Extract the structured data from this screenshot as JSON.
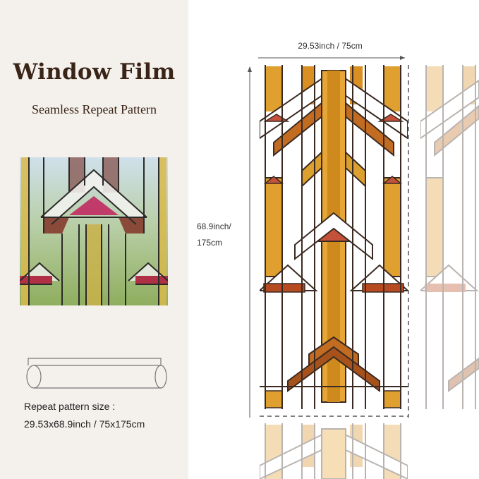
{
  "title": "Window Film",
  "subtitle": "Seamless Repeat Pattern",
  "dimensions": {
    "width_label": "29.53inch / 75cm",
    "height_label_line1": "68.9inch/",
    "height_label_line2": "175cm"
  },
  "repeat": {
    "label": "Repeat pattern size :",
    "value": "29.53x68.9inch / 75x175cm"
  },
  "colors": {
    "background_left": "#f4f1ec",
    "title_color": "#3a2418",
    "amber_glass": "#d99a2b",
    "brown_glass": "#a6521c",
    "red_glass": "#c4513a",
    "lead_line": "#3b2a22"
  }
}
